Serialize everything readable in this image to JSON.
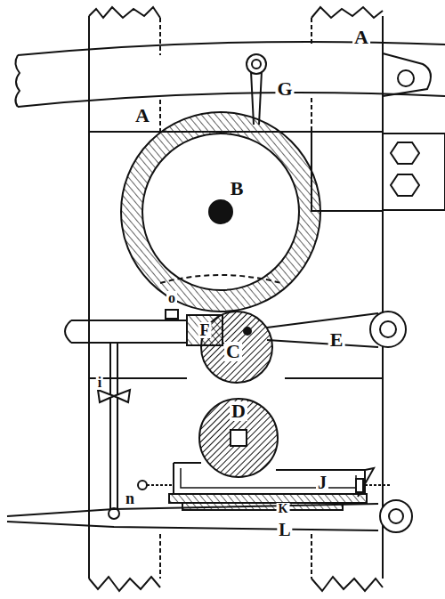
{
  "diagram": {
    "labels": [
      "A",
      "G",
      "A",
      "B",
      "o",
      "F",
      "C",
      "E",
      "i",
      "D",
      "n",
      "J",
      "K",
      "L"
    ]
  }
}
